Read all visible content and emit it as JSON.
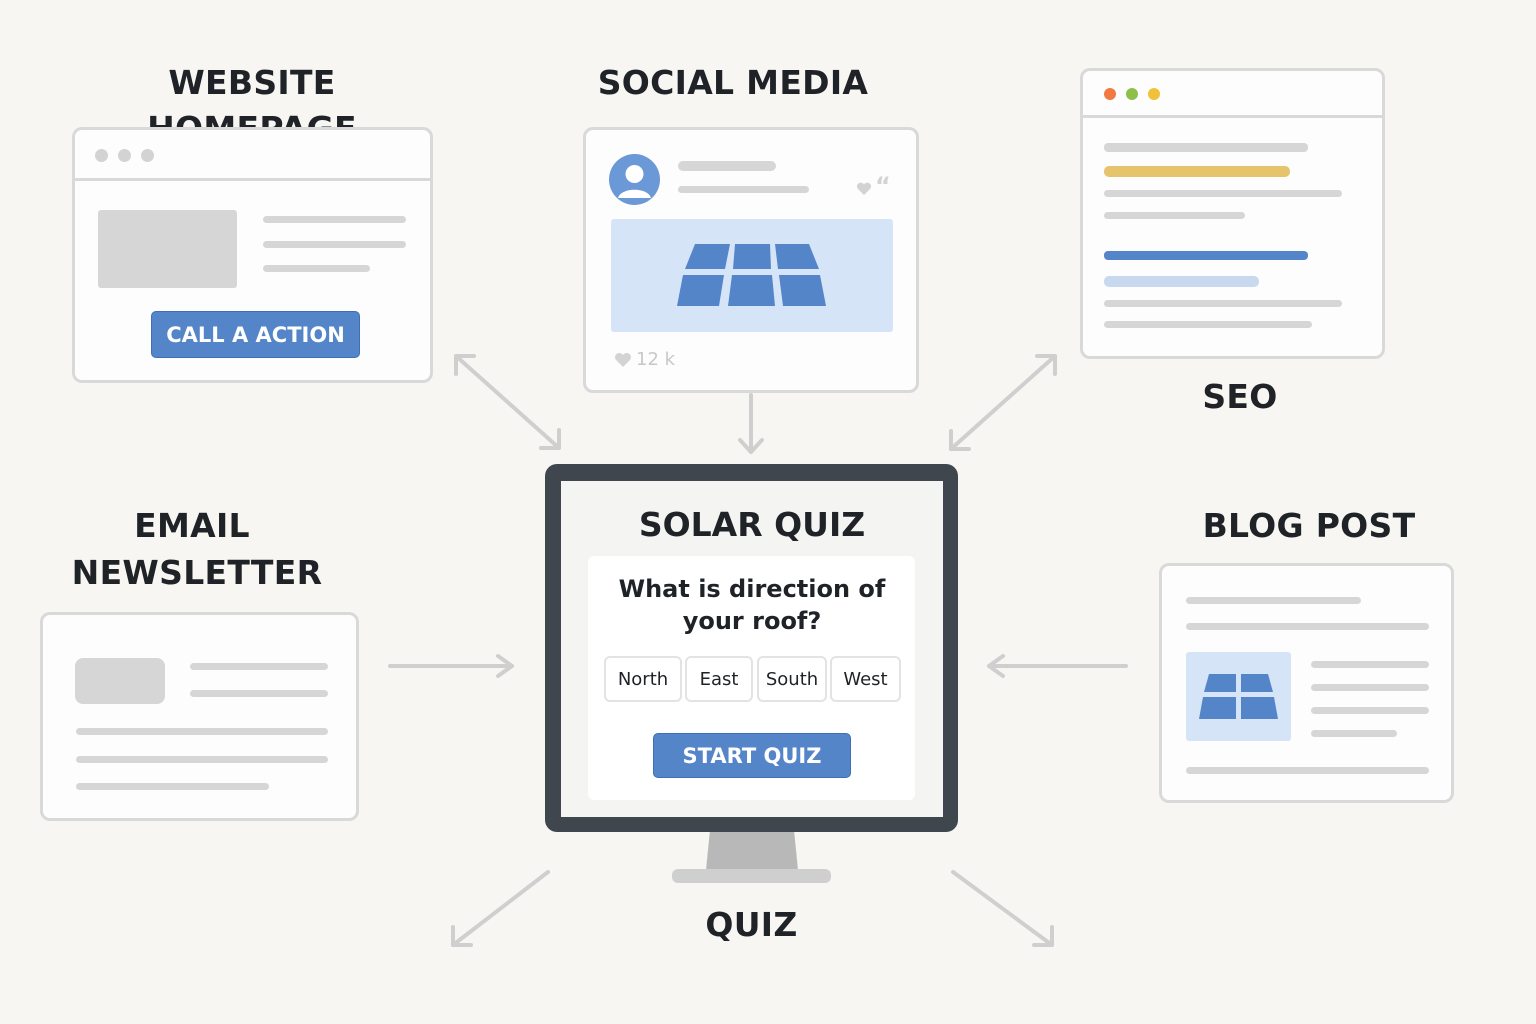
{
  "labels": {
    "website_homepage": "WEBSITE HOMEPAGE",
    "social_media": "SOCIAL MEDIA",
    "seo": "SEO",
    "email_line1": "EMAIL",
    "email_line2": "NEWSLETTER",
    "blog_post": "BLOG POST",
    "quiz": "QUIZ"
  },
  "homepage": {
    "cta_label": "CALL A ACTION"
  },
  "social": {
    "likes": "12 k"
  },
  "quiz": {
    "title": "SOLAR QUIZ",
    "question": "What is direction of your roof?",
    "options": [
      "North",
      "East",
      "South",
      "West"
    ],
    "start_label": "START QUIZ"
  },
  "colors": {
    "accent": "#5585c9",
    "background": "#f7f6f3",
    "monitor_frame": "#3f464e",
    "seo_highlight": "#e6c46b",
    "window_dot_red": "#f07a3f",
    "window_dot_green": "#8cc04a",
    "window_dot_yellow": "#f2c13a"
  }
}
